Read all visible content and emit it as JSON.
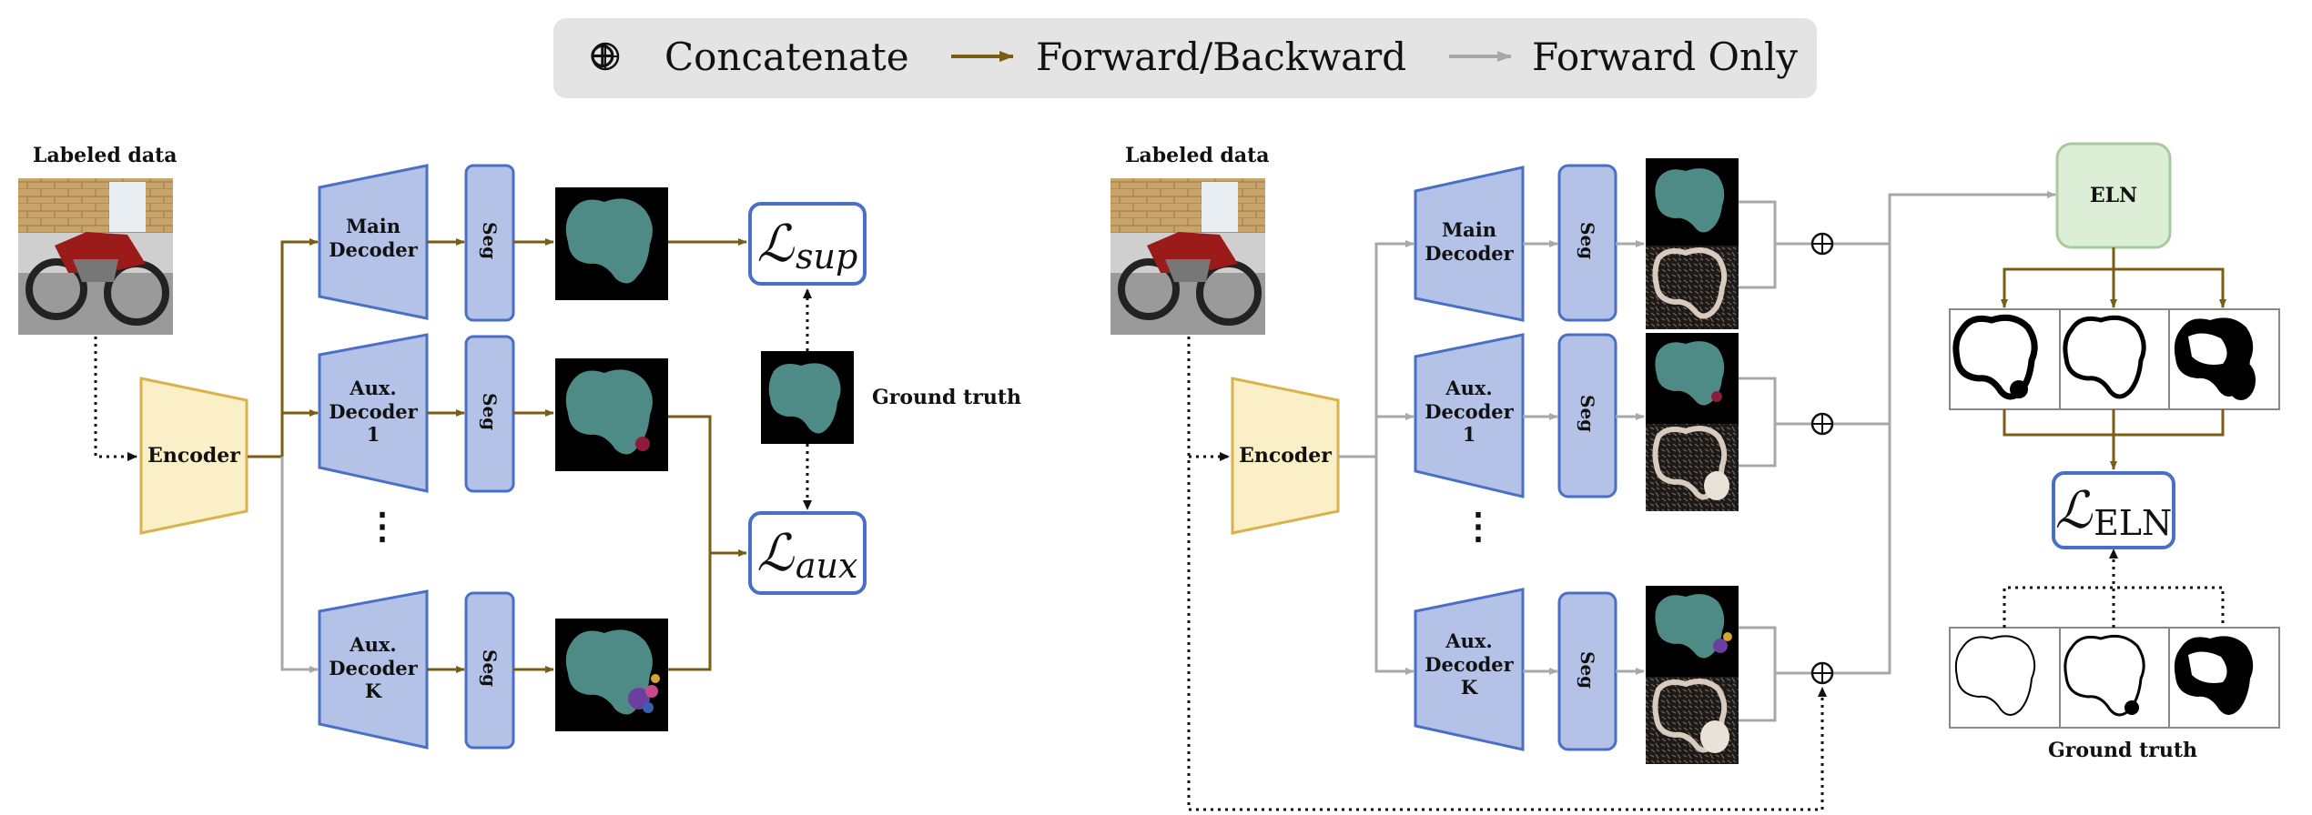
{
  "legend": {
    "concat_symbol": "⊕",
    "concat_label": "Concatenate",
    "fb_label": "Forward/Backward",
    "fo_label": "Forward Only"
  },
  "left": {
    "labeled_data": "Labeled data",
    "encoder": "Encoder",
    "main_decoder": "Main\nDecoder",
    "aux_decoder_1": "Aux.\nDecoder\n1",
    "aux_decoder_k": "Aux.\nDecoder\nK",
    "seg": "Seg",
    "loss_sup": {
      "L": "ℒ",
      "sub": "sup"
    },
    "loss_aux": {
      "L": "ℒ",
      "sub": "aux"
    },
    "ground_truth": "Ground truth",
    "ellipsis": "⋮"
  },
  "right": {
    "labeled_data": "Labeled data",
    "encoder": "Encoder",
    "main_decoder": "Main\nDecoder",
    "aux_decoder_1": "Aux.\nDecoder\n1",
    "aux_decoder_k": "Aux.\nDecoder\nK",
    "seg": "Seg",
    "eln": "ELN",
    "loss_eln": {
      "L": "ℒ",
      "sub": "ELN"
    },
    "ground_truth": "Ground truth",
    "ellipsis": "⋮"
  },
  "colors": {
    "decoder_fill": "#b3c2e6",
    "decoder_stroke": "#4a6fc7",
    "encoder_fill": "#fbefc8",
    "encoder_stroke": "#d9b24c",
    "eln_fill": "#dcefd6",
    "eln_stroke": "#a9c8a0",
    "arrow_fb": "#7a5c12",
    "arrow_fo": "#a8a8a8",
    "mask_teal": "#4e8a86",
    "legend_bg": "#e4e4e4"
  }
}
